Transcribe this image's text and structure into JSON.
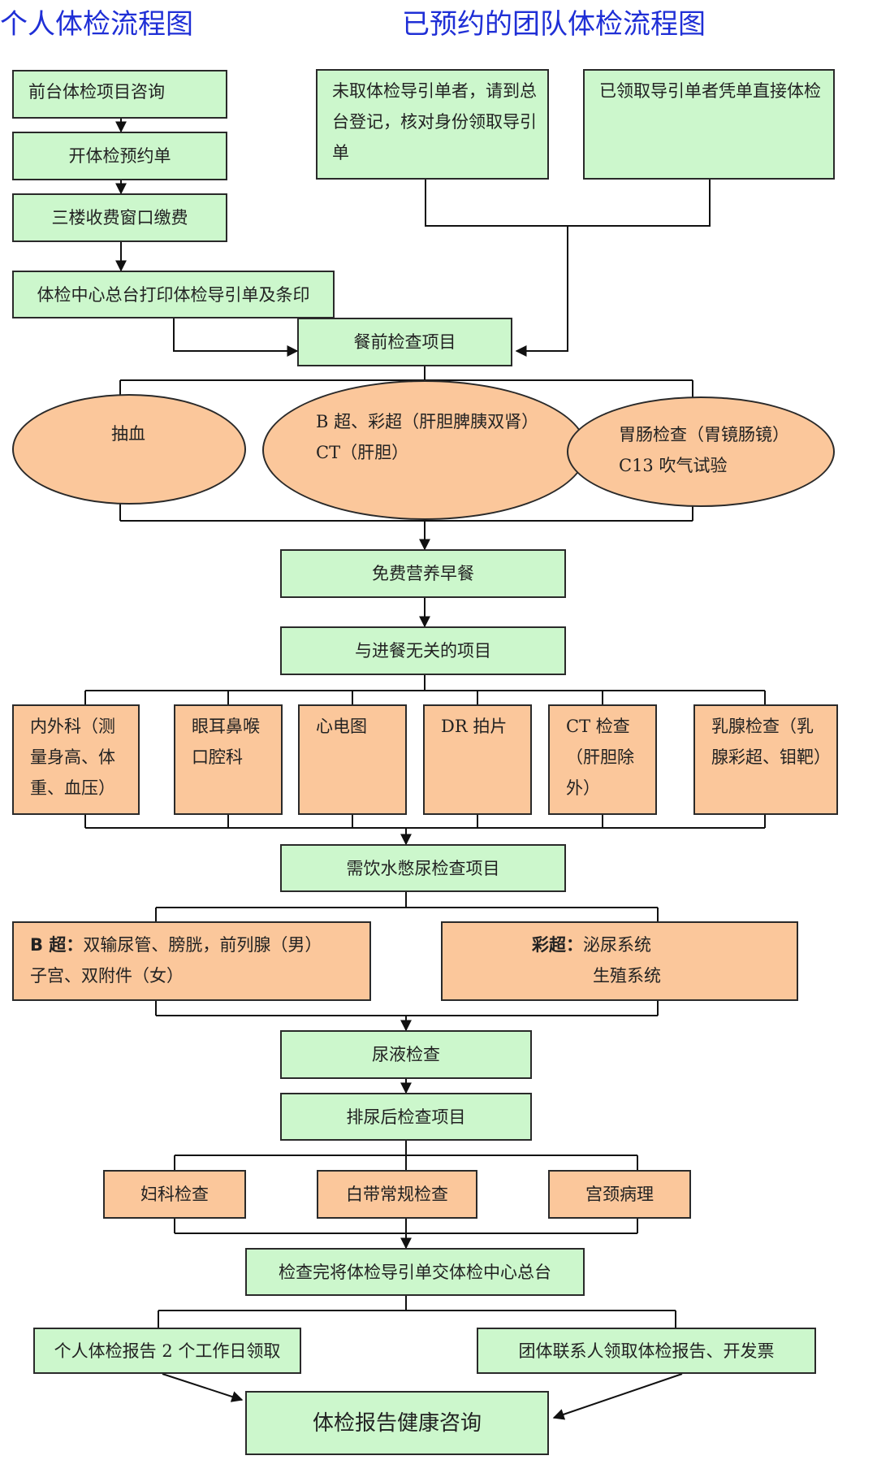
{
  "titles": {
    "individual": "个人体检流程图",
    "group": "已预约的团队体检流程图"
  },
  "individual_steps": {
    "consult": "前台体检项目咨询",
    "appointment": "开体检预约单",
    "payment": "三楼收费窗口缴费",
    "print_guide": "体检中心总台打印体检导引单及条印"
  },
  "group_steps": {
    "not_collected": "未取体检导引单者，请到总台登记，核对身份领取导引单",
    "collected": "已领取导引单者凭单直接体检"
  },
  "fasting": {
    "title": "餐前检查项目",
    "blood": "抽血",
    "ultrasound": "B 超、彩超（肝胆脾胰双肾）CT（肝胆）",
    "gastro": "胃肠检查（胃镜肠镜）C13 吹气试验"
  },
  "breakfast": "免费营养早餐",
  "non_meal": {
    "title": "与进餐无关的项目",
    "items": [
      "内外科（测量身高、体重、血压）",
      "眼耳鼻喉口腔科",
      "心电图",
      "DR 拍片",
      "CT 检查（肝胆除外）",
      "乳腺检查（乳腺彩超、钼靶）"
    ]
  },
  "water": {
    "title": "需饮水憋尿检查项目",
    "b_label": "B 超：",
    "b_line1": "双输尿管、膀胱，前列腺（男）",
    "b_line2": "子宫、双附件（女）",
    "color_label": "彩超：",
    "color_line1": "泌尿系统",
    "color_line2": "生殖系统"
  },
  "urine": "尿液检查",
  "after_urine": {
    "title": "排尿后检查项目",
    "items": [
      "妇科检查",
      "白带常规检查",
      "宫颈病理"
    ]
  },
  "hand_in": "检查完将体检导引单交体检中心总台",
  "reports": {
    "individual": "个人体检报告 2 个工作日领取",
    "group": "团体联系人领取体检报告、开发票"
  },
  "consultation": "体检报告健康咨询",
  "colors": {
    "title": "#1f2fd6",
    "green_box": "#ccf7cc",
    "orange_box": "#fbc79b",
    "line": "#2a2a2a"
  }
}
